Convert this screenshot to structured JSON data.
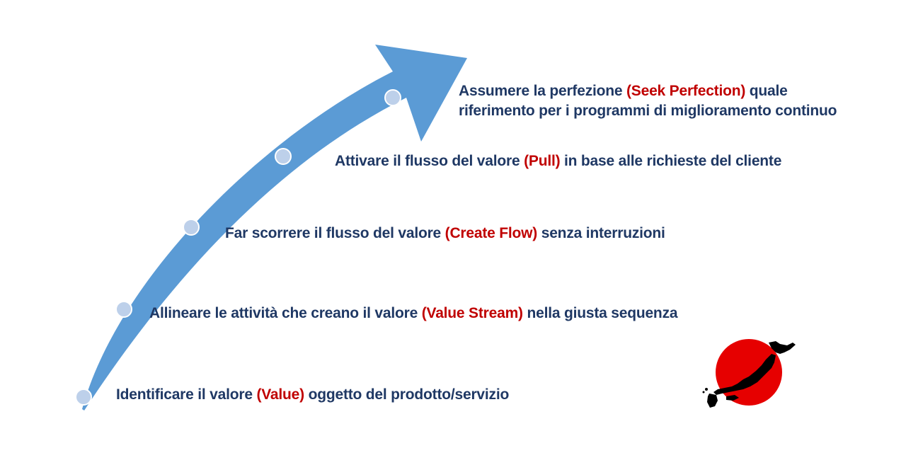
{
  "colors": {
    "arrow": "#5b9bd5",
    "node": "#bdd0ea",
    "text": "#1f3864",
    "highlight": "#c00000",
    "flag_sun": "#e60000",
    "silhouette": "#000000"
  },
  "steps": [
    {
      "pre": "Identificare il valore ",
      "key": "(Value)",
      "post": " oggetto del prodotto/servizio"
    },
    {
      "pre": "Allineare le attività che creano il valore ",
      "key": "(Value Stream)",
      "post": " nella giusta sequenza"
    },
    {
      "pre": "Far scorrere il flusso del valore ",
      "key": "(Create Flow)",
      "post": " senza interruzioni"
    },
    {
      "pre": "Attivare il flusso del valore ",
      "key": "(Pull)",
      "post": " in base alle richieste del cliente"
    },
    {
      "pre": "Assumere la perfezione ",
      "key": "(Seek Perfection)",
      "post": " quale",
      "line2": "riferimento per i programmi di miglioramento continuo"
    }
  ],
  "emblem": {
    "icon": "japan-map-on-red-sun-icon"
  }
}
